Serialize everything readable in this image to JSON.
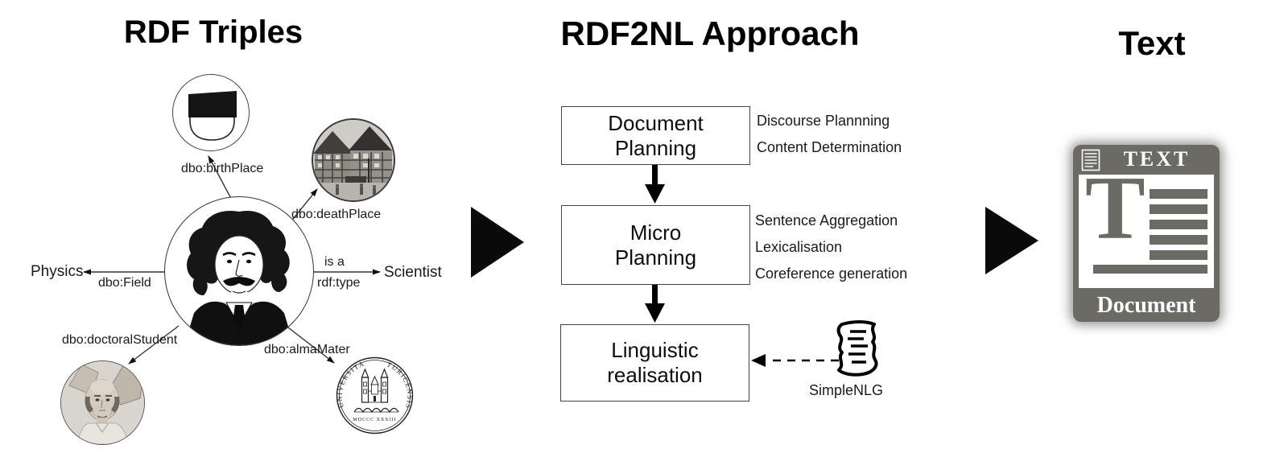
{
  "left": {
    "title": "RDF Triples",
    "labels": {
      "birthPlace": "dbo:birthPlace",
      "deathPlace": "dbo:deathPlace",
      "isA": "is a",
      "rdfType": "rdf:type",
      "field": "dbo:Field",
      "doctoralStudent": "dbo:doctoralStudent",
      "almaMater": "dbo:almaMater"
    },
    "entities": {
      "physics": "Physics",
      "scientist": "Scientist"
    },
    "seal": {
      "left_text": "UNIVERSITAS",
      "right_text": "TURICENSIS",
      "bottom_text": "MDCCC XXXIII"
    }
  },
  "middle": {
    "title": "RDF2NL Approach",
    "boxes": [
      {
        "line1": "Document",
        "line2": "Planning",
        "annotations": [
          "Discourse Plannning",
          "Content Determination"
        ]
      },
      {
        "line1": "Micro",
        "line2": "Planning",
        "annotations": [
          "Sentence Aggregation",
          "Lexicalisation",
          "Coreference generation"
        ]
      },
      {
        "line1": "Linguistic",
        "line2": "realisation",
        "annotations": []
      }
    ],
    "tool_label": "SimpleNLG"
  },
  "right": {
    "title": "Text",
    "doc": {
      "header": "TEXT",
      "letter": "T",
      "footer": "Document"
    }
  },
  "icons": {
    "birthplace_node": "shield-icon",
    "deathplace_node": "building-photo",
    "center_node": "einstein-portrait",
    "doctoral_node": "portrait-photo",
    "almamater_node": "university-seal-icon",
    "tool": "scroll-icon",
    "output": "text-document-icon"
  },
  "colors": {
    "doc_gray": "#6b6a64",
    "line_black": "#111111"
  }
}
